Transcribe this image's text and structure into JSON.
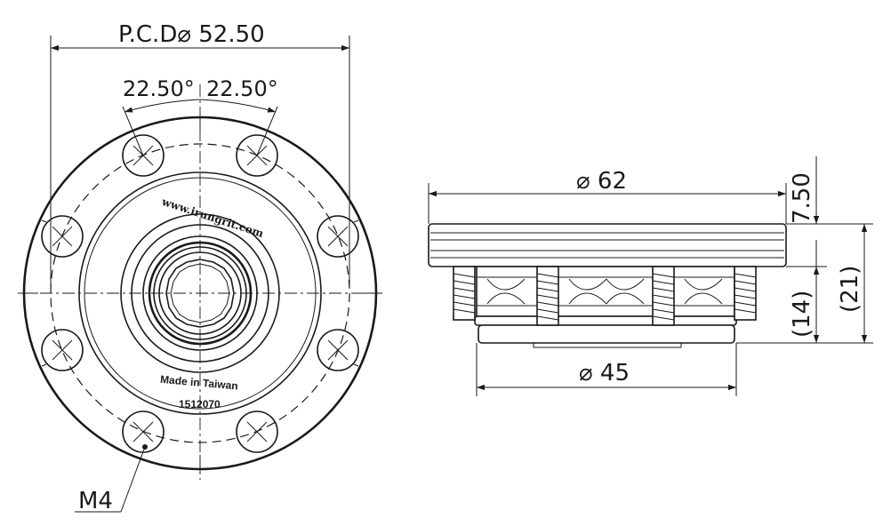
{
  "dimensions": {
    "pcd": "P.C.D⌀ 52.50",
    "angle_left": "22.50°",
    "angle_right": "22.50°",
    "outer_diameter": "⌀ 62",
    "base_diameter": "⌀ 45",
    "top_height": "7.50",
    "mid_height": "(14)",
    "total_height": "(21)",
    "thread": "M4"
  },
  "markings": {
    "website": "www.irungrit.com",
    "origin": "Made in Taiwan",
    "code": "1512070"
  }
}
